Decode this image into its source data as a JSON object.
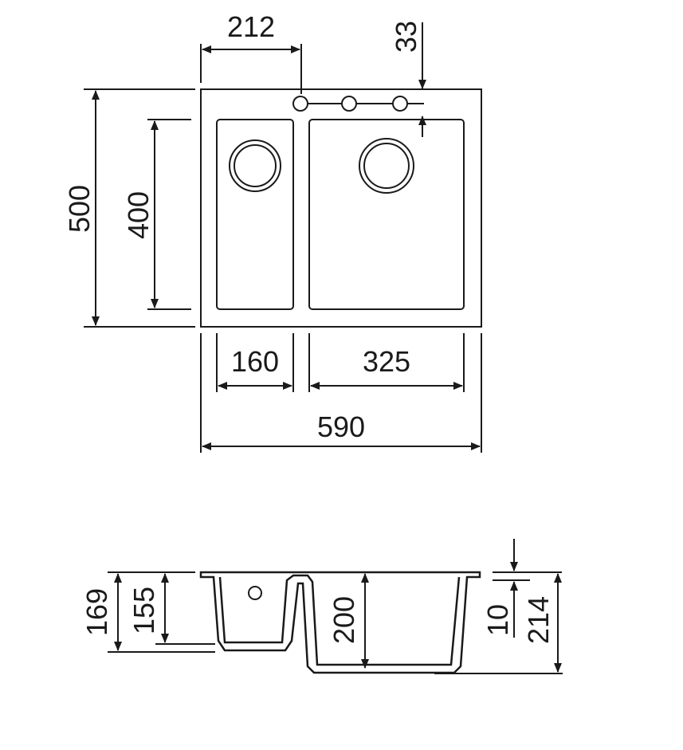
{
  "top_view": {
    "dimensions": {
      "tap_offset": "212",
      "tap_hole_margin": "33",
      "overall_depth": "500",
      "bowl_depth": "400",
      "small_bowl_width": "160",
      "large_bowl_width": "325",
      "overall_width": "590"
    }
  },
  "side_view": {
    "dimensions": {
      "small_bowl_total": "169",
      "small_bowl_depth": "155",
      "large_bowl_depth": "200",
      "rim_thickness": "10",
      "overall_height": "214"
    }
  },
  "colors": {
    "line": "#1a1a1a",
    "background": "#ffffff"
  }
}
